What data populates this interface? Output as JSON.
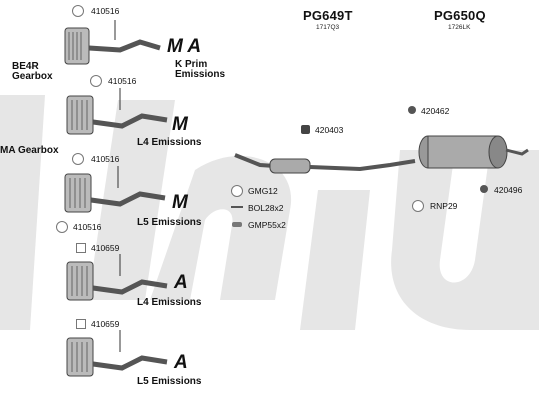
{
  "headers": [
    {
      "code": "PG649T",
      "sub": "1717Q3"
    },
    {
      "code": "PG650Q",
      "sub": "1726LK"
    }
  ],
  "gearbox_labels": {
    "be4r_line1": "BE4R",
    "be4r_line2": "Gearbox",
    "ma": "MA Gearbox"
  },
  "rows": [
    {
      "part_code": "410516",
      "badge": "M A",
      "label_line1": "K Prim",
      "label_line2": "Emissions"
    },
    {
      "part_code": "410516",
      "badge": "M",
      "label_line1": "L4 Emissions",
      "label_line2": ""
    },
    {
      "part_code": "410516",
      "badge": "M",
      "label_line1": "L5 Emissions",
      "label_line2": ""
    },
    {
      "part_code": "410516",
      "second_code": "410659",
      "badge": "A",
      "label_line1": "L4 Emissions",
      "label_line2": ""
    },
    {
      "part_code": "410659",
      "badge": "A",
      "label_line1": "L5 Emissions",
      "label_line2": ""
    }
  ],
  "parts": {
    "p420403": "420403",
    "p420462": "420462",
    "p420496": "420496",
    "gmg12": "GMG12",
    "bol28x2": "BOL28x2",
    "gmp55x2": "GMP55x2",
    "rnp29": "RNP29"
  },
  "colors": {
    "watermark": "#e6e6e6",
    "part": "#9a9a9a",
    "dark": "#444444"
  }
}
